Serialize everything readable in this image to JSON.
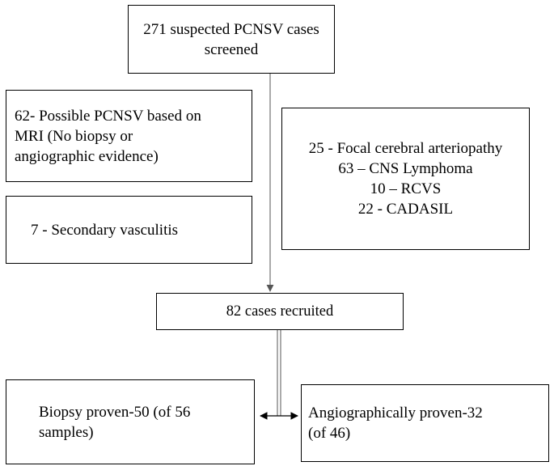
{
  "boxes": {
    "screened": {
      "lines": [
        "271 suspected PCNSV cases",
        "screened"
      ]
    },
    "possible": {
      "lines": [
        "62- Possible PCNSV based on",
        "MRI (No biopsy or",
        "angiographic evidence)"
      ]
    },
    "secondary": {
      "lines": [
        "7 - Secondary vasculitis"
      ]
    },
    "other": {
      "lines": [
        "25 - Focal cerebral arteriopathy",
        "63 – CNS Lymphoma",
        "10 – RCVS",
        "22 - CADASIL"
      ]
    },
    "recruited": {
      "lines": [
        "82 cases recruited"
      ]
    },
    "biopsy": {
      "lines": [
        "Biopsy proven-50 (of 56",
        "samples)"
      ]
    },
    "angio": {
      "lines": [
        "Angiographically proven-32",
        "(of 46)"
      ]
    }
  },
  "colors": {
    "border": "#000000",
    "arrow_gray": "#555555",
    "text": "#000000"
  }
}
